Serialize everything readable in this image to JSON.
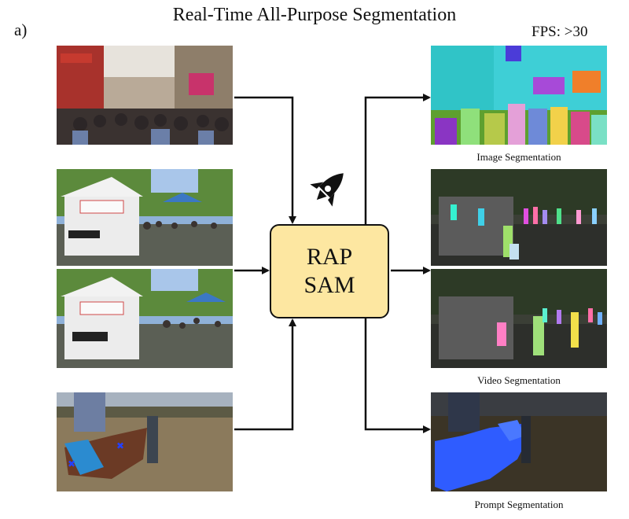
{
  "figure": {
    "panel_label": "a)",
    "title": "Real-Time All-Purpose Segmentation",
    "fps_label": "FPS: >30"
  },
  "model": {
    "line1": "RAP",
    "line2": "SAM",
    "icon": "rocket-icon"
  },
  "outputs": {
    "image_caption": "Image Segmentation",
    "video_caption": "Video Segmentation",
    "prompt_caption": "Prompt Segmentation"
  },
  "colors": {
    "model_box_fill": "#fde7a1",
    "arrow": "#111111",
    "prompt_mask": "#1f4dff"
  }
}
